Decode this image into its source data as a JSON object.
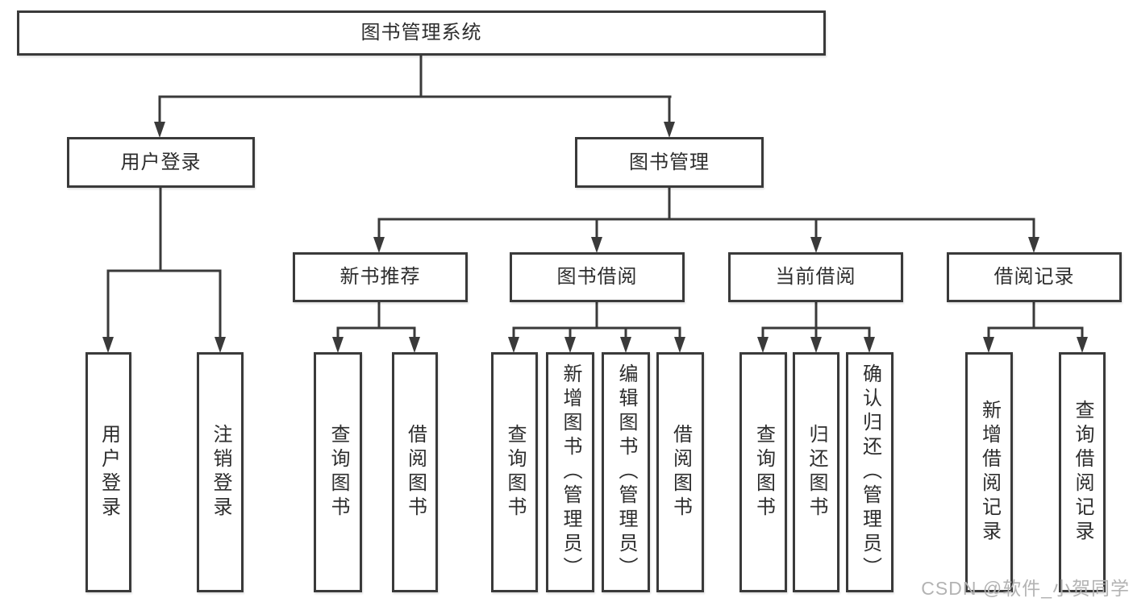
{
  "diagram": {
    "root": {
      "label": "图书管理系统"
    },
    "branches": [
      {
        "label": "用户登录",
        "children": [
          {
            "label": "用户登录"
          },
          {
            "label": "注销登录"
          }
        ]
      },
      {
        "label": "图书管理",
        "children": [
          {
            "label": "新书推荐",
            "children": [
              {
                "label": "查询图书"
              },
              {
                "label": "借阅图书"
              }
            ]
          },
          {
            "label": "图书借阅",
            "children": [
              {
                "label": "查询图书"
              },
              {
                "label": "新增图书（管理员）"
              },
              {
                "label": "编辑图书（管理员）"
              },
              {
                "label": "借阅图书"
              }
            ]
          },
          {
            "label": "当前借阅",
            "children": [
              {
                "label": "查询图书"
              },
              {
                "label": "归还图书"
              },
              {
                "label": "确认归还（管理员）"
              }
            ]
          },
          {
            "label": "借阅记录",
            "children": [
              {
                "label": "新增借阅记录"
              },
              {
                "label": "查询借阅记录"
              }
            ]
          }
        ]
      }
    ]
  },
  "watermark": {
    "text": "CSDN @软件_小贺同学"
  },
  "colors": {
    "line": "#3a3a3a",
    "text": "#2d2d2d",
    "box_fill": "#ffffff",
    "watermark": "#b3b3b3"
  }
}
